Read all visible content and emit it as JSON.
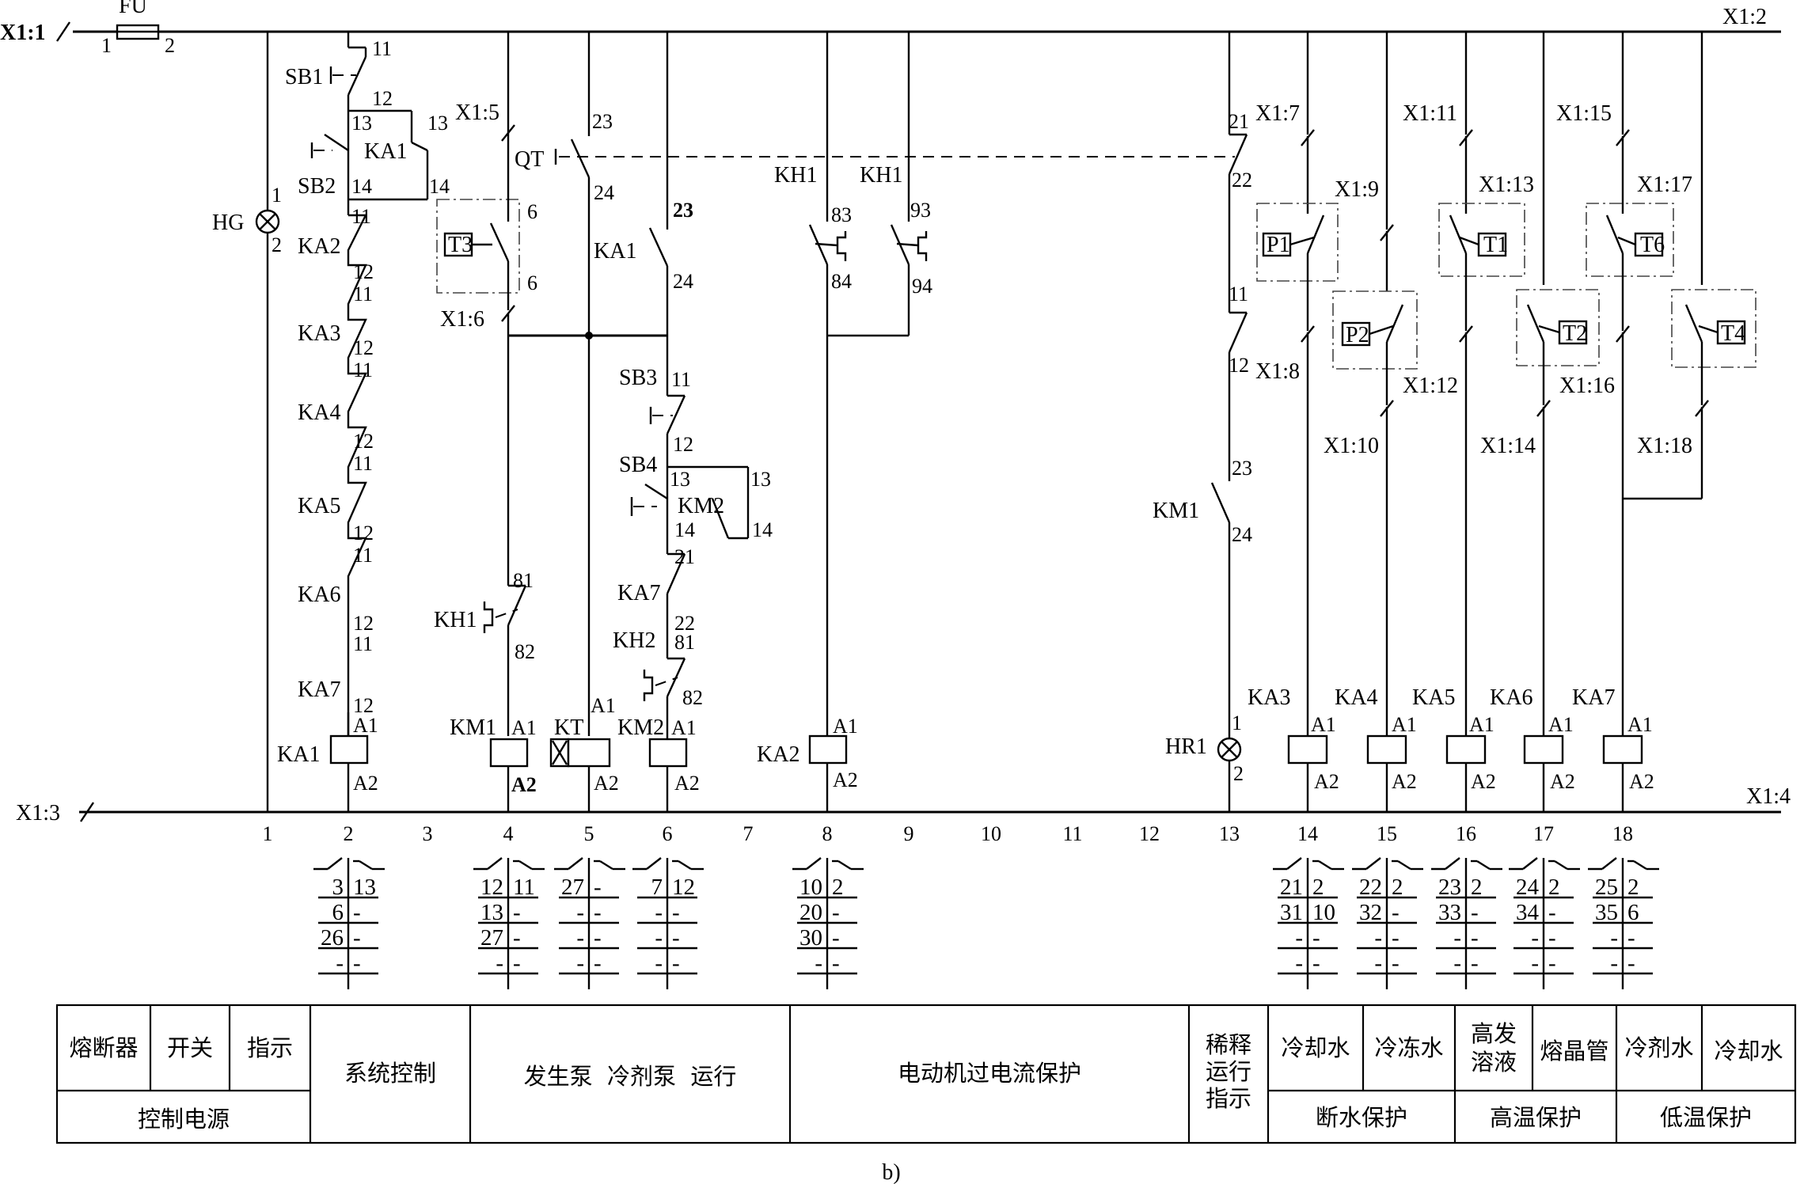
{
  "diagram": {
    "terminals": {
      "x1_1": "X1:1",
      "x1_2": "X1:2",
      "x1_3": "X1:3",
      "x1_4": "X1:4",
      "x1_5": "X1:5",
      "x1_6": "X1:6",
      "x1_7": "X1:7",
      "x1_8": "X1:8",
      "x1_9": "X1:9",
      "x1_10": "X1:10",
      "x1_11": "X1:11",
      "x1_12": "X1:12",
      "x1_13": "X1:13",
      "x1_14": "X1:14",
      "x1_15": "X1:15",
      "x1_16": "X1:16",
      "x1_17": "X1:17",
      "x1_18": "X1:18"
    },
    "components": {
      "fu": "FU",
      "hg": "HG",
      "hr1": "HR1",
      "qt": "QT",
      "sb1": "SB1",
      "sb2": "SB2",
      "sb3": "SB3",
      "sb4": "SB4",
      "ka1": "KA1",
      "ka2": "KA2",
      "ka3": "KA3",
      "ka4": "KA4",
      "ka5": "KA5",
      "ka6": "KA6",
      "ka7": "KA7",
      "km1": "KM1",
      "km2": "KM2",
      "kt": "KT",
      "kh1": "KH1",
      "kh2": "KH2",
      "t1": "T1",
      "t2": "T2",
      "t3": "T3",
      "t4": "T4",
      "t6": "T6",
      "p1": "P1",
      "p2": "P2"
    },
    "pins": {
      "p1": "1",
      "p2": "2",
      "p11": "11",
      "p12": "12",
      "p13": "13",
      "p14": "14",
      "p21": "21",
      "p22": "22",
      "p23": "23",
      "p24": "24",
      "p6": "6",
      "p81": "81",
      "p82": "82",
      "p83": "83",
      "p84": "84",
      "p93": "93",
      "p94": "94",
      "a1": "A1",
      "a2": "A2"
    },
    "columns": [
      "1",
      "2",
      "3",
      "4",
      "5",
      "6",
      "7",
      "8",
      "9",
      "10",
      "11",
      "12",
      "13",
      "14",
      "15",
      "16",
      "17",
      "18"
    ],
    "contact_tables": [
      {
        "col": "2",
        "rows": [
          [
            "3",
            "13"
          ],
          [
            "6",
            "-"
          ],
          [
            "26",
            "-"
          ],
          [
            "-",
            "-"
          ]
        ]
      },
      {
        "col": "4",
        "rows": [
          [
            "12",
            "11"
          ],
          [
            "13",
            "-"
          ],
          [
            "27",
            "-"
          ],
          [
            "-",
            "-"
          ]
        ]
      },
      {
        "col": "5",
        "rows": [
          [
            "27",
            "-"
          ],
          [
            "-",
            "-"
          ],
          [
            "-",
            "-"
          ],
          [
            "-",
            "-"
          ]
        ]
      },
      {
        "col": "6",
        "rows": [
          [
            "7",
            "12"
          ],
          [
            "-",
            "-"
          ],
          [
            "-",
            "-"
          ],
          [
            "-",
            "-"
          ]
        ]
      },
      {
        "col": "8",
        "rows": [
          [
            "10",
            "2"
          ],
          [
            "20",
            "-"
          ],
          [
            "30",
            "-"
          ],
          [
            "-",
            "-"
          ]
        ]
      },
      {
        "col": "14",
        "rows": [
          [
            "21",
            "2"
          ],
          [
            "31",
            "10"
          ],
          [
            "-",
            "-"
          ],
          [
            "-",
            "-"
          ]
        ]
      },
      {
        "col": "15",
        "rows": [
          [
            "22",
            "2"
          ],
          [
            "32",
            "-"
          ],
          [
            "-",
            "-"
          ],
          [
            "-",
            "-"
          ]
        ]
      },
      {
        "col": "16",
        "rows": [
          [
            "23",
            "2"
          ],
          [
            "33",
            "-"
          ],
          [
            "-",
            "-"
          ],
          [
            "-",
            "-"
          ]
        ]
      },
      {
        "col": "17",
        "rows": [
          [
            "24",
            "2"
          ],
          [
            "34",
            "-"
          ],
          [
            "-",
            "-"
          ],
          [
            "-",
            "-"
          ]
        ]
      },
      {
        "col": "18",
        "rows": [
          [
            "25",
            "2"
          ],
          [
            "35",
            "6"
          ],
          [
            "-",
            "-"
          ],
          [
            "-",
            "-"
          ]
        ]
      }
    ],
    "function_table": {
      "fuse": "熔断器",
      "switch": "开关",
      "indicator": "指示",
      "control_power": "控制电源",
      "system_control": "系统控制",
      "pump_run": "发生泵  冷剂泵  运行",
      "motor_protect": "电动机过电流保护",
      "dilute_l1": "稀释",
      "dilute_l2": "运行",
      "dilute_l3": "指示",
      "cooling_water": "冷却水",
      "chilled_water": "冷冻水",
      "high_solution_l1": "高发",
      "high_solution_l2": "溶液",
      "crystal_tube": "熔晶管",
      "refrigerant_water": "冷剂水",
      "cooling_water_2": "冷却水",
      "water_cutoff": "断水保护",
      "high_temp": "高温保护",
      "low_temp": "低温保护"
    },
    "caption": "b)"
  }
}
